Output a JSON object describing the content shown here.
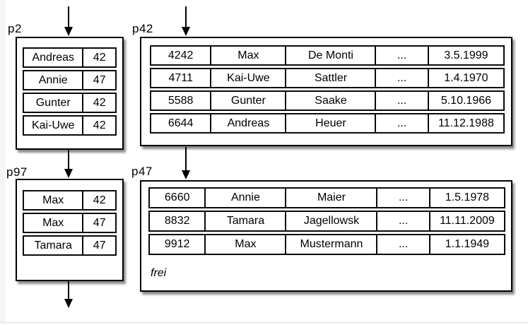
{
  "colors": {
    "line": "#000000",
    "background": "#ffffff",
    "page_edge": "#f5f5f5"
  },
  "pages": {
    "p2": {
      "label": "p2",
      "rows": [
        [
          "Andreas",
          "42"
        ],
        [
          "Annie",
          "47"
        ],
        [
          "Gunter",
          "42"
        ],
        [
          "Kai-Uwe",
          "42"
        ]
      ]
    },
    "p42": {
      "label": "p42",
      "rows": [
        [
          "4242",
          "Max",
          "De Monti",
          "...",
          "3.5.1999"
        ],
        [
          "4711",
          "Kai-Uwe",
          "Sattler",
          "...",
          "1.4.1970"
        ],
        [
          "5588",
          "Gunter",
          "Saake",
          "...",
          "5.10.1966"
        ],
        [
          "6644",
          "Andreas",
          "Heuer",
          "...",
          "11.12.1988"
        ]
      ]
    },
    "p97": {
      "label": "p97",
      "rows": [
        [
          "Max",
          "42"
        ],
        [
          "Max",
          "47"
        ],
        [
          "Tamara",
          "47"
        ]
      ]
    },
    "p47": {
      "label": "p47",
      "rows": [
        [
          "6660",
          "Annie",
          "Maier",
          "...",
          "1.5.1978"
        ],
        [
          "8832",
          "Tamara",
          "Jagellowsk",
          "...",
          "11.11.2009"
        ],
        [
          "9912",
          "Max",
          "Mustermann",
          "...",
          "1.1.1949"
        ]
      ],
      "free_label": "frei"
    }
  }
}
